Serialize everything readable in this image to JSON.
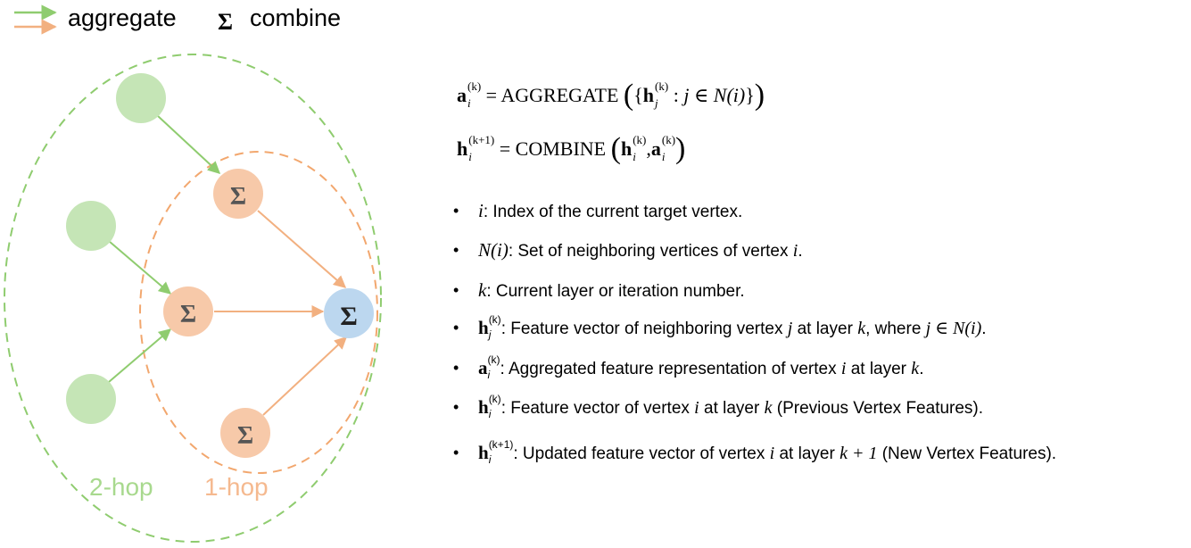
{
  "legend": {
    "aggregate_label": "aggregate",
    "combine_symbol": "Σ",
    "combine_label": "combine",
    "colors": {
      "aggregate": "#8fcc6f",
      "combine": "#f2b080"
    }
  },
  "diagram": {
    "node_symbol": "Σ",
    "hop2_label": "2-hop",
    "hop1_label": "1-hop",
    "colors": {
      "hop2_node": "#c5e5b6",
      "hop1_node": "#f7c9a9",
      "target_node": "#bcd7ef",
      "hop2_ring": "#8fcc6f",
      "hop1_ring": "#f2a76e",
      "sigma_text": "#555555"
    }
  },
  "equations": {
    "eq1": {
      "lhs_bold": "a",
      "lhs_sup": "(k)",
      "lhs_sub": "i",
      "equals": "=",
      "op": "AGGREGATE",
      "lp": "(",
      "set_open": "{",
      "h": "h",
      "h_sup": "(k)",
      "h_sub": "j",
      "colon": ":",
      "j": "j",
      "in": "∈",
      "N": "N",
      "Ni": "(i)",
      "set_close": "}",
      "rp": ")"
    },
    "eq2": {
      "lhs_bold": "h",
      "lhs_sup": "(k+1)",
      "lhs_sub": "i",
      "equals": "=",
      "op": "COMBINE",
      "lp": "(",
      "h": "h",
      "h_sup": "(k)",
      "h_sub": "i",
      "comma": ",",
      "a": "a",
      "a_sup": "(k)",
      "a_sub": "i",
      "rp": ")"
    }
  },
  "definitions": [
    {
      "sym": "i",
      "text": ": Index of the current target vertex."
    },
    {
      "sym": "N(i)",
      "text_a": ": Set of neighboring vertices of vertex ",
      "var": "i",
      "text_b": "."
    },
    {
      "sym": "k",
      "text": ": Current layer or iteration number."
    },
    {
      "sym_bold": "h",
      "sup": "(k)",
      "sub": "j",
      "text_a": ": Feature vector of neighboring vertex ",
      "var1": "j",
      "text_b": " at layer ",
      "var2": "k",
      "text_c": ", where ",
      "var3": "j ∈ N(i)",
      "text_d": "."
    },
    {
      "sym_bold": "a",
      "sup": "(k)",
      "sub": "i",
      "text_a": ": Aggregated feature representation of vertex ",
      "var1": "i",
      "text_b": " at layer ",
      "var2": "k",
      "text_c": "."
    },
    {
      "sym_bold": "h",
      "sup": "(k)",
      "sub": "i",
      "text_a": ": Feature vector of vertex ",
      "var1": "i",
      "text_b": " at layer ",
      "var2": "k",
      "text_c": " (Previous Vertex Features)."
    },
    {
      "sym_bold": "h",
      "sup": "(k+1)",
      "sub": "i",
      "text_a": ": Updated feature vector of vertex ",
      "var1": "i",
      "text_b": " at layer ",
      "var2": "k + 1",
      "text_c": " (New Vertex Features)."
    }
  ]
}
